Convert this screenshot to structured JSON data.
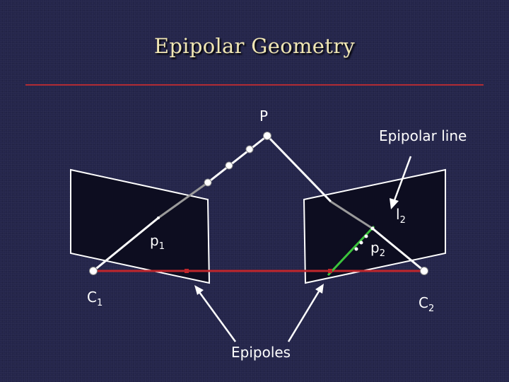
{
  "slide": {
    "title": "Epipolar Geometry"
  },
  "labels": {
    "point": "P",
    "epipolar_line": "Epipolar line",
    "line2_main": "l",
    "line2_sub": "2",
    "p1_main": "p",
    "p1_sub": "1",
    "p2_main": "p",
    "p2_sub": "2",
    "c1_main": "C",
    "c1_sub": "1",
    "c2_main": "C",
    "c2_sub": "2",
    "epipoles": "Epipoles"
  },
  "colors": {
    "background": "#24254b",
    "title": "#f0e6b4",
    "divider": "#b02a33",
    "image_plane_fill": "#0d0d20",
    "line_white": "#ffffff",
    "baseline": "#c0262c",
    "epipolar_line": "#3cc43c",
    "ray_gray": "#9a9a9a"
  }
}
